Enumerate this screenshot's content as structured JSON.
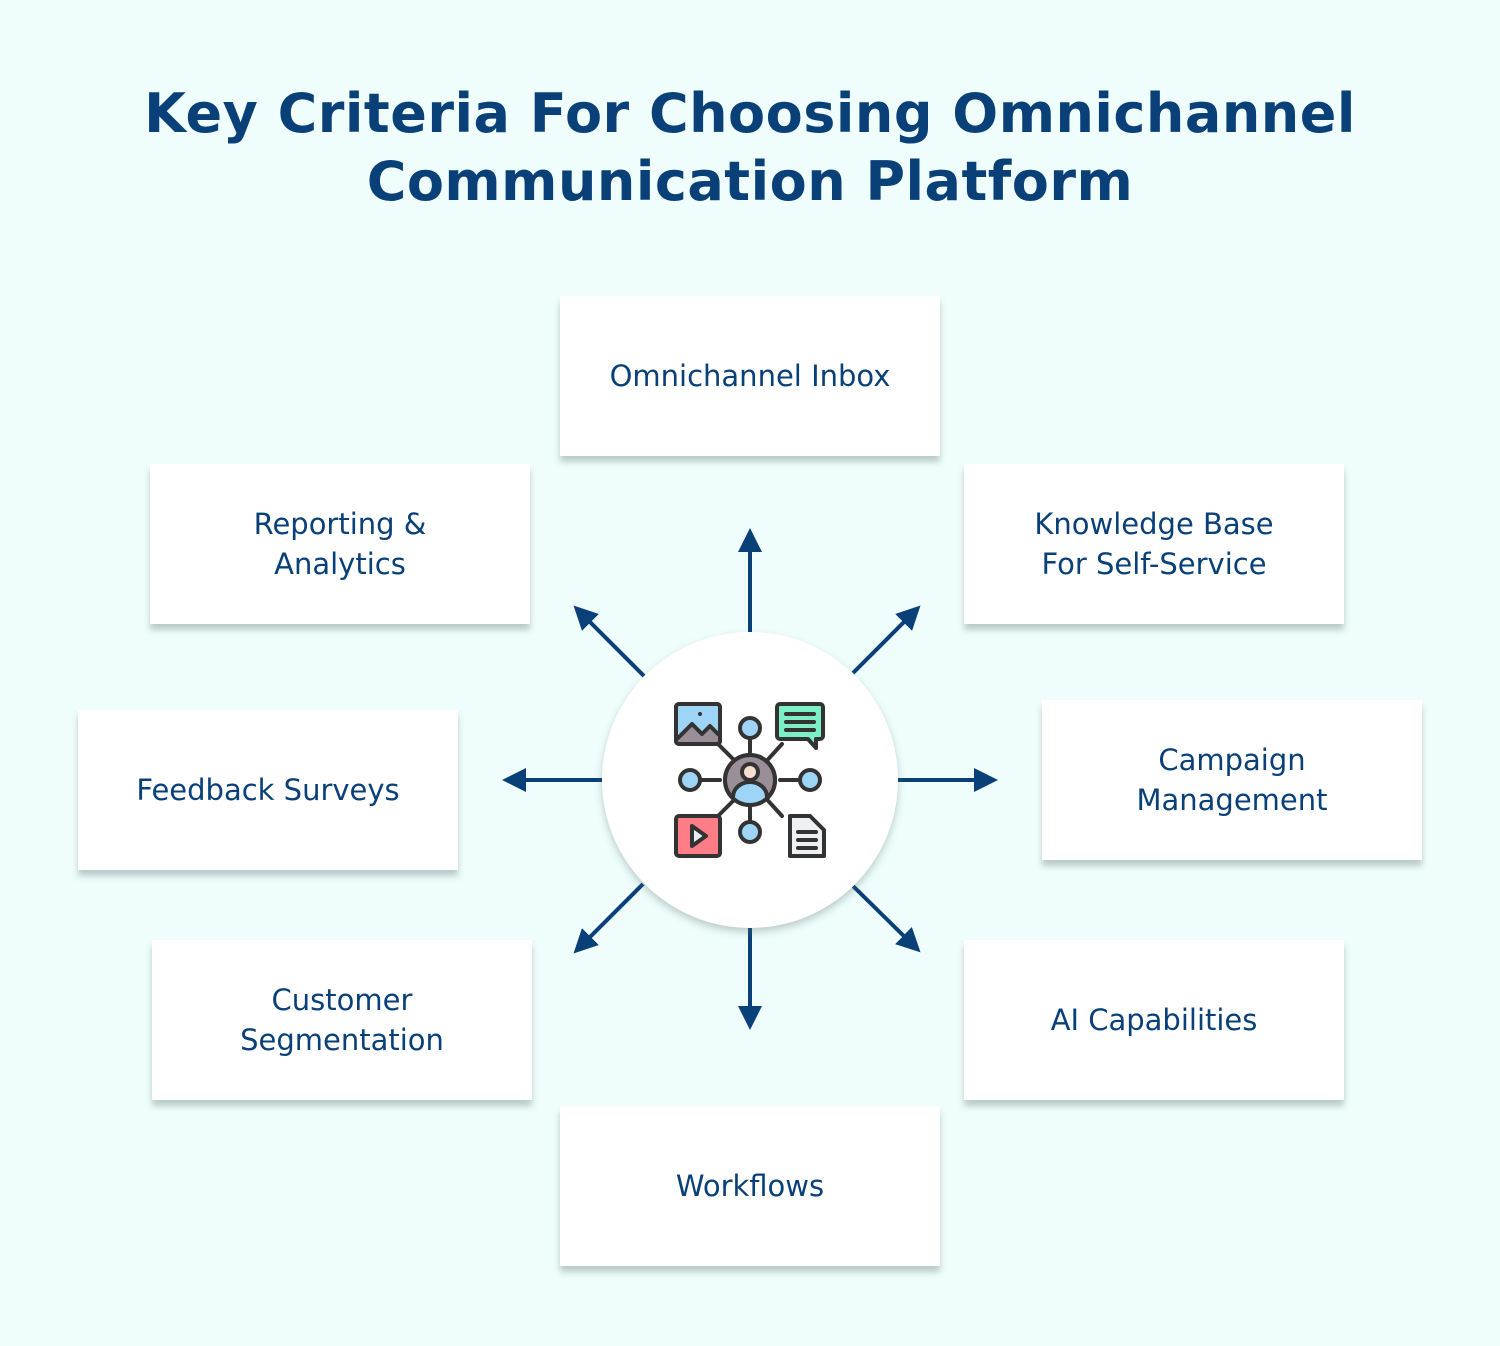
{
  "title": {
    "line1": "Key Criteria For Choosing Omnichannel",
    "line2": "Communication Platform"
  },
  "colors": {
    "background": "#effefc",
    "primary": "#0a4078",
    "box": "#ffffff"
  },
  "hub": {
    "icon": "omnichannel-network-icon"
  },
  "criteria": [
    {
      "id": "inbox",
      "label": "Omnichannel Inbox",
      "direction": "up"
    },
    {
      "id": "kb",
      "label": "Knowledge Base\nFor Self-Service",
      "direction": "up-right"
    },
    {
      "id": "campaign",
      "label": "Campaign\nManagement",
      "direction": "right"
    },
    {
      "id": "ai",
      "label": "AI Capabilities",
      "direction": "down-right"
    },
    {
      "id": "work",
      "label": "Workflows",
      "direction": "down"
    },
    {
      "id": "seg",
      "label": "Customer\nSegmentation",
      "direction": "down-left"
    },
    {
      "id": "feedback",
      "label": "Feedback Surveys",
      "direction": "left"
    },
    {
      "id": "report",
      "label": "Reporting &\nAnalytics",
      "direction": "up-left"
    }
  ]
}
